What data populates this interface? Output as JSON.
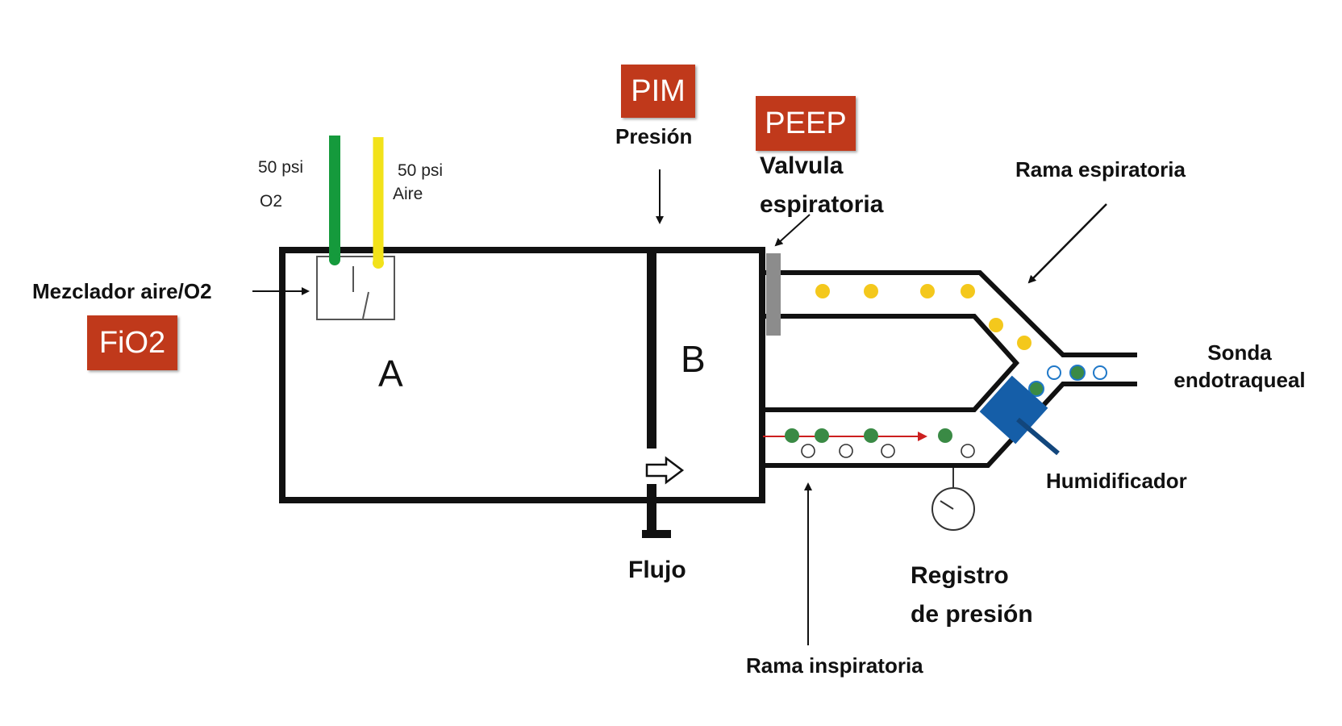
{
  "badges": {
    "pim": "PIM",
    "peep": "PEEP",
    "fio2": "FiO2"
  },
  "labels": {
    "presion": "Presión",
    "valvula_l1": "Valvula",
    "valvula_l2": "espiratoria",
    "rama_espiratoria": "Rama espiratoria",
    "sonda_l1": "Sonda",
    "sonda_l2": "endotraqueal",
    "mezclador": "Mezclador aire/O2",
    "humidificador": "Humidificador",
    "flujo": "Flujo",
    "registro_l1": "Registro",
    "registro_l2": "de presión",
    "rama_inspiratoria": "Rama inspiratoria",
    "chamber_a": "A",
    "chamber_b": "B"
  },
  "gas_inputs": {
    "o2_pressure": "50 psi",
    "o2_name": "O2",
    "aire_pressure": "50 psi",
    "aire_name": "Aire"
  },
  "colors": {
    "badge": "#c0391b",
    "o2_line": "#159a3c",
    "aire_line": "#f2e21a",
    "yellow_dot": "#f4c81c",
    "green_dot": "#3a8a45",
    "blue_ring": "#1f78c8",
    "humidifier": "#155ea8",
    "valve": "#8c8c8c",
    "flow_arrow": "#cc1f1f"
  }
}
